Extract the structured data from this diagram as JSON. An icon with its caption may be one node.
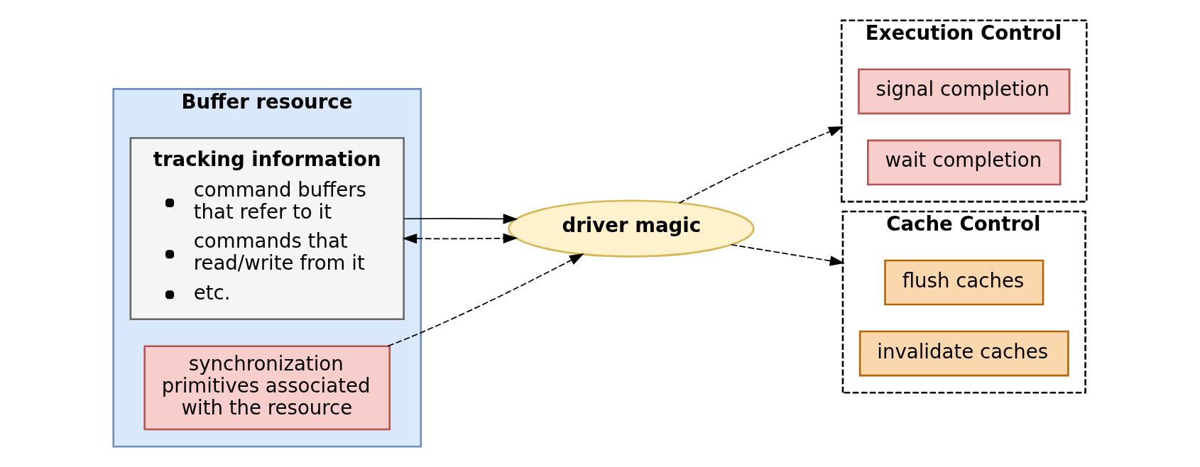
{
  "diagram": {
    "nodes": [
      {
        "text": [
          "Buffer resource"
        ]
      },
      {
        "text": [
          "tracking information",
          "command buffers that refer to it",
          "commands that read/write from it",
          "etc."
        ],
        "in": 0
      },
      {
        "text": [
          "synchronization primitives associated with the resource"
        ],
        "in": 0
      },
      {
        "text": [
          "driver magic"
        ]
      },
      {
        "text": [
          "Execution Control"
        ]
      },
      {
        "text": [
          "signal completion"
        ],
        "in": 4
      },
      {
        "text": [
          "wait completion"
        ],
        "in": 4
      },
      {
        "text": [
          "Cache Control"
        ]
      },
      {
        "text": [
          "flush caches"
        ],
        "in": 7
      },
      {
        "text": [
          "invalidate caches"
        ],
        "in": 7
      }
    ],
    "edges": [
      {
        "from": 1,
        "to": 3,
        "arrow": "both",
        "style": "dashed"
      },
      {
        "from": 1,
        "to": 3,
        "arrow": "to"
      },
      {
        "from": 2,
        "to": 3,
        "arrow": "to",
        "style": "dashed"
      },
      {
        "from": 3,
        "to": 4,
        "arrow": "to",
        "style": "dashed"
      },
      {
        "from": 3,
        "to": 7,
        "arrow": "to",
        "style": "dashed"
      }
    ]
  }
}
